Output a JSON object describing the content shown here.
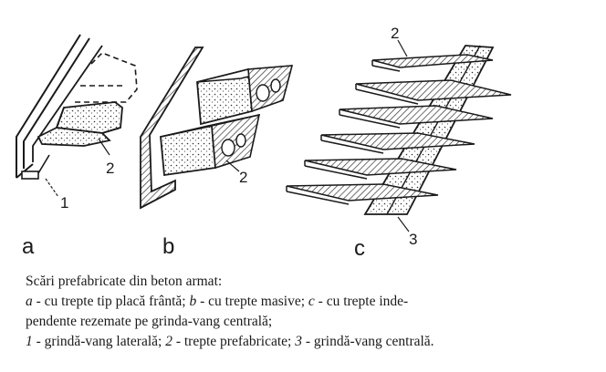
{
  "figure": {
    "panels": [
      {
        "id": "a",
        "label": "a",
        "callouts": [
          "1",
          "2"
        ]
      },
      {
        "id": "b",
        "label": "b",
        "callouts": [
          "2"
        ]
      },
      {
        "id": "c",
        "label": "c",
        "callouts": [
          "2",
          "3"
        ]
      }
    ]
  },
  "caption": {
    "title": "Scări prefabricate din beton armat:",
    "a_key": "a",
    "a_text": " - cu trepte tip placă frântă; ",
    "b_key": "b",
    "b_text": " - cu trepte masive; ",
    "c_key": "c",
    "c_text_1": " - cu trepte inde-",
    "c_text_2": "pendente rezemate pe grinda-vang centrală;",
    "k1_key": "1",
    "k1_text": " - grindă-vang laterală; ",
    "k2_key": "2",
    "k2_text": " - trepte prefabricate; ",
    "k3_key": "3",
    "k3_text": " - grindă-vang centrală."
  }
}
